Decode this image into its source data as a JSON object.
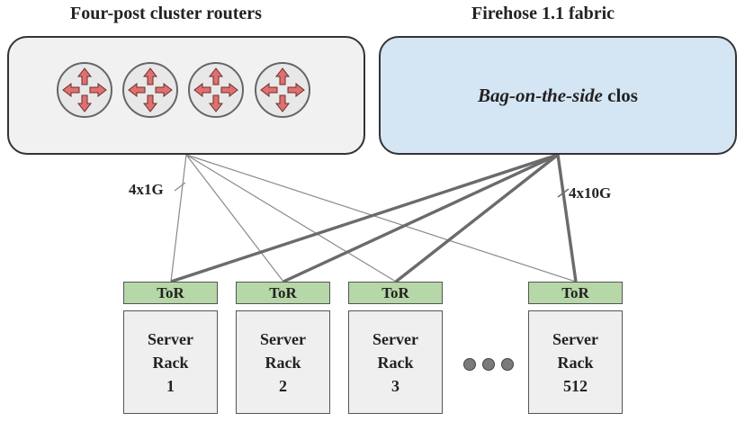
{
  "headings": {
    "left": "Four-post cluster routers",
    "right": "Firehose 1.1 fabric"
  },
  "fabric": {
    "label_italic": "Bag-on-the-side",
    "label_rest": " clos",
    "color": "#d4e5f4"
  },
  "routers": [
    "router-icon",
    "router-icon",
    "router-icon",
    "router-icon"
  ],
  "links": {
    "cluster_label": "4x1G",
    "fabric_label": "4x10G"
  },
  "racks": [
    {
      "tor": "ToR",
      "line1": "Server",
      "line2": "Rack",
      "line3": "1"
    },
    {
      "tor": "ToR",
      "line1": "Server",
      "line2": "Rack",
      "line3": "2"
    },
    {
      "tor": "ToR",
      "line1": "Server",
      "line2": "Rack",
      "line3": "3"
    },
    {
      "tor": "ToR",
      "line1": "Server",
      "line2": "Rack",
      "line3": "512"
    }
  ],
  "colors": {
    "tor": "#b6d7a8",
    "router_arrow": "#e07070",
    "rack": "#efefef"
  }
}
